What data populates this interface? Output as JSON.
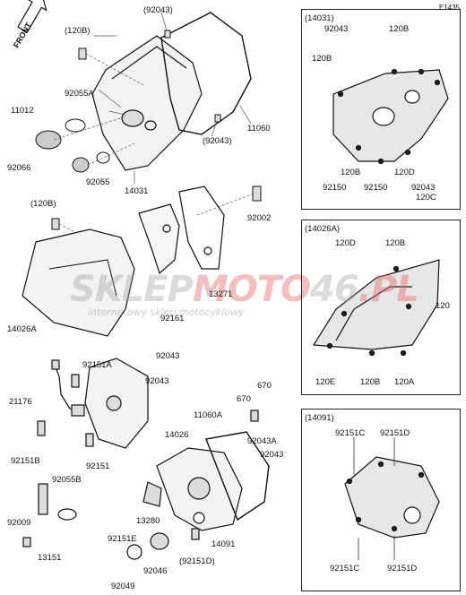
{
  "diagram_code": "E1435",
  "front_label": "FRONT",
  "watermark": {
    "main_a": "SKLEP",
    "main_b": "MOTO",
    "main_c": "46",
    "main_d": ".PL",
    "sub": "internetowy sklep motocyklowy"
  },
  "labels": {
    "l_92043_top": "(92043)",
    "l_120b_a": "(120B)",
    "l_92055a": "92055A",
    "l_11012": "11012",
    "l_92066": "92066",
    "l_92055": "92055",
    "l_14031": "14031",
    "l_92043_mid": "(92043)",
    "l_11060": "11060",
    "l_120b_b": "(120B)",
    "l_92002": "92002",
    "l_13271": "13271",
    "l_92161": "92161",
    "l_14026a": "14026A",
    "l_92151a": "92151A",
    "l_92043_c": "92043",
    "l_92043_d": "92043",
    "l_21176": "21176",
    "l_14026": "14026",
    "l_92151b": "92151B",
    "l_92151": "92151",
    "l_92055b": "92055B",
    "l_11060a": "11060A",
    "l_670a": "670",
    "l_670b": "670",
    "l_92043a": "92043A",
    "l_92043_e": "92043",
    "l_13280": "13280",
    "l_92009": "92009",
    "l_92151e": "92151E",
    "l_14091": "14091",
    "l_13151": "13151",
    "l_92046": "92046",
    "l_92151d_p": "(92151D)",
    "l_92049": "92049"
  },
  "box1": {
    "title": "(14031)",
    "labels": [
      "92043",
      "120B",
      "120B",
      "120B",
      "92150",
      "92150",
      "120D",
      "92043",
      "120C"
    ]
  },
  "box2": {
    "title": "(14026A)",
    "labels": [
      "120D",
      "120B",
      "120",
      "120E",
      "120B",
      "120A"
    ]
  },
  "box3": {
    "title": "(14091)",
    "labels": [
      "92151C",
      "92151D",
      "92151C",
      "92151D"
    ]
  }
}
